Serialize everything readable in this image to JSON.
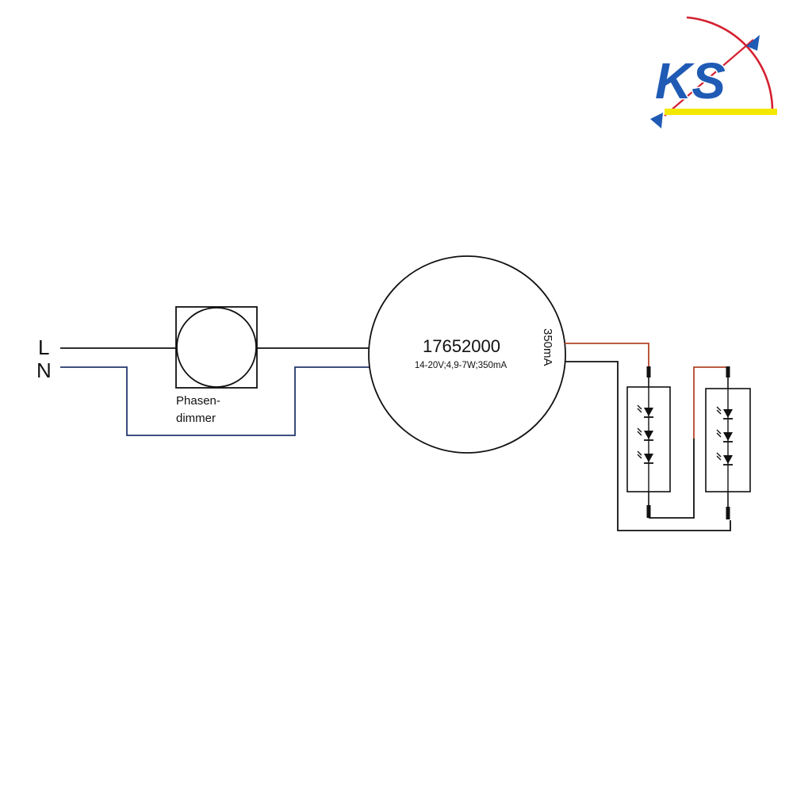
{
  "logo": {
    "text": "KS",
    "colors": {
      "blue": "#1f5bb5",
      "red": "#d42030",
      "yellow": "#f5e800",
      "outline": "#ffffff"
    }
  },
  "lines": {
    "l_label": "L",
    "n_label": "N"
  },
  "dimmer": {
    "label_line1": "Phasen-",
    "label_line2": "dimmer"
  },
  "driver": {
    "model": "17652000",
    "spec": "14-20V;4,9-7W;350mA",
    "output_label": "350mA"
  },
  "colors": {
    "wire_black": "#111111",
    "wire_blue": "#24386e",
    "wire_red": "#b4452a"
  },
  "led_modules": [
    {
      "leds": 3
    },
    {
      "leds": 3
    }
  ]
}
